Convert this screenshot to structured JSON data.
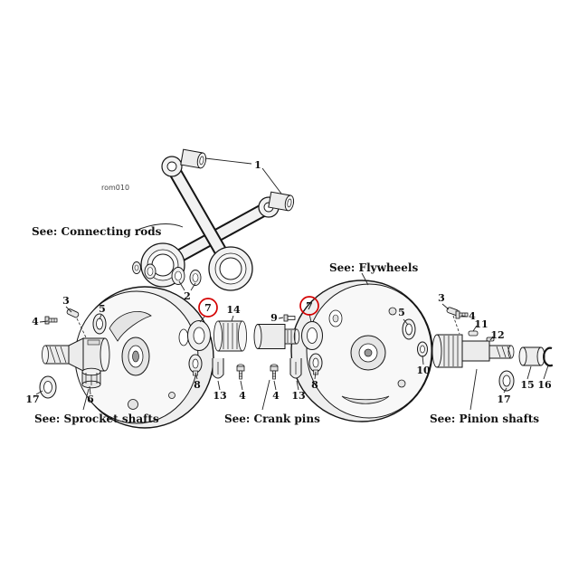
{
  "code": "rom010",
  "highlight_color": "#d40000",
  "labels": {
    "connecting_rods": "See: Connecting rods",
    "flywheels": "See: Flywheels",
    "sprocket_shafts": "See: Sprocket shafts",
    "crank_pins": "See: Crank pins",
    "pinion_shafts": "See: Pinion shafts"
  },
  "callouts": [
    "1",
    "2",
    "3",
    "4",
    "5",
    "6",
    "7",
    "14",
    "9",
    "7",
    "8",
    "13",
    "4",
    "4",
    "13",
    "8",
    "3",
    "4",
    "5",
    "10",
    "11",
    "12",
    "15",
    "16",
    "17",
    "17"
  ]
}
